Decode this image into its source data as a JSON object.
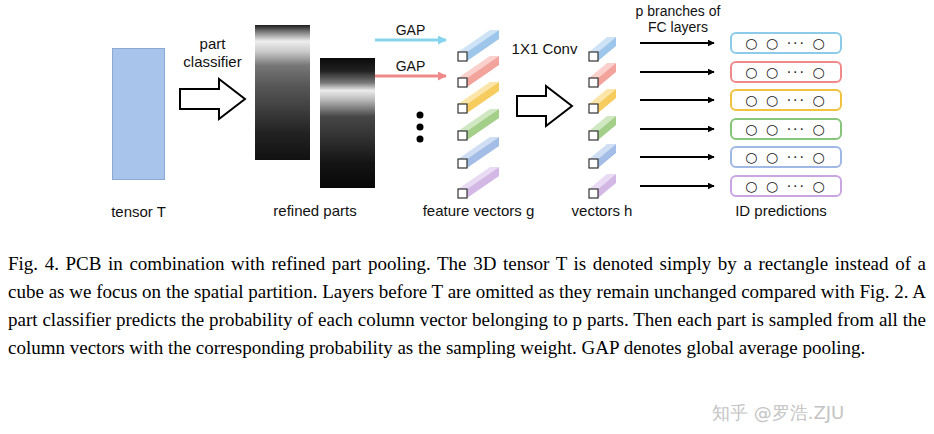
{
  "diagram": {
    "caption": "Fig. 4. PCB in combination with refined part pooling. The 3D tensor T is denoted simply by a rectangle instead of a cube as we focus on the spatial partition. Layers before T are omitted as they remain unchanged compared with Fig. 2. A part classifier predicts the probability of each column vector belonging to p parts. Then each part is sampled from all the column vectors with the corresponding probability as the sampling weight. GAP denotes global average pooling.",
    "nodes": [
      {
        "text": [
          "tensor T"
        ]
      },
      {
        "text": [
          "refined parts"
        ]
      },
      {
        "text": [
          "feature vectors g"
        ]
      },
      {
        "text": [
          "vectors h"
        ]
      },
      {
        "text": [
          "ID predictions"
        ]
      },
      {
        "text": [
          "○ ○ ··· ○"
        ],
        "in": 4
      },
      {
        "text": [
          "○ ○ ··· ○"
        ],
        "in": 4
      },
      {
        "text": [
          "○ ○ ··· ○"
        ],
        "in": 4
      },
      {
        "text": [
          "○ ○ ··· ○"
        ],
        "in": 4
      },
      {
        "text": [
          "○ ○ ··· ○"
        ],
        "in": 4
      },
      {
        "text": [
          "○ ○ ··· ○"
        ],
        "in": 4
      }
    ],
    "edges": [
      {
        "from": 0,
        "to": 1,
        "arrow": "to",
        "label": "part classifier"
      },
      {
        "from": 1,
        "to": 2,
        "arrow": "to",
        "label": "GAP"
      },
      {
        "from": 1,
        "to": 2,
        "arrow": "to",
        "label": "GAP"
      },
      {
        "from": 2,
        "to": 3,
        "arrow": "to",
        "label": "1X1 Conv"
      },
      {
        "from": 3,
        "to": 5,
        "arrow": "to"
      },
      {
        "from": 3,
        "to": 6,
        "arrow": "to"
      },
      {
        "from": 3,
        "to": 7,
        "arrow": "to"
      },
      {
        "from": 3,
        "to": 8,
        "arrow": "to"
      },
      {
        "from": 3,
        "to": 9,
        "arrow": "to"
      },
      {
        "from": 3,
        "to": 10,
        "arrow": "to"
      }
    ],
    "labels": [
      "p branches of FC layers",
      "知乎 @罗浩.ZJU"
    ]
  }
}
